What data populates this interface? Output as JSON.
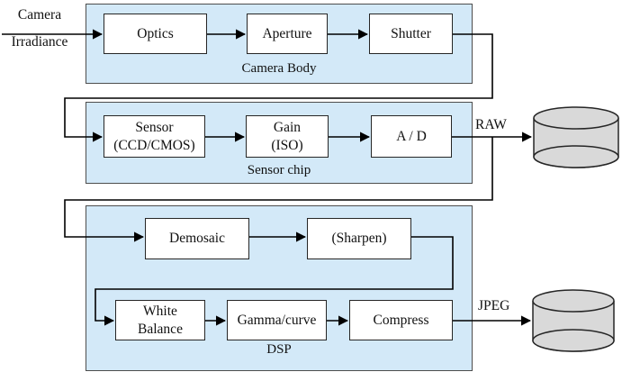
{
  "labels": {
    "input": "Camera\nIrradiance",
    "raw": "RAW",
    "jpeg": "JPEG"
  },
  "groups": {
    "camera_body": {
      "label": "Camera Body"
    },
    "sensor_chip": {
      "label": "Sensor chip"
    },
    "dsp": {
      "label": "DSP"
    }
  },
  "nodes": {
    "optics": "Optics",
    "aperture": "Aperture",
    "shutter": "Shutter",
    "sensor": "Sensor\n(CCD/CMOS)",
    "gain": "Gain\n(ISO)",
    "ad": "A / D",
    "demosaic": "Demosaic",
    "sharpen": "(Sharpen)",
    "white_balance": "White\nBalance",
    "gamma_curve": "Gamma/curve",
    "compress": "Compress"
  },
  "icons": {
    "raw_storage": "database-cylinder-icon",
    "jpeg_storage": "database-cylinder-icon"
  },
  "colors": {
    "group_fill": "#d3e9f8",
    "group_border": "#4d4d4d",
    "box_border": "#262626",
    "cylinder_fill": "#d9d9d9",
    "line": "#000000",
    "background": "#ffffff"
  }
}
